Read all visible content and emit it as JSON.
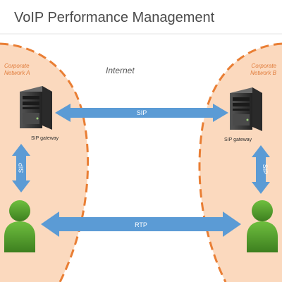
{
  "title": "VoIP Performance Management",
  "internet_label": "Internet",
  "networks": [
    {
      "line1": "Corporate",
      "line2": "Network A"
    },
    {
      "line1": "Corporate",
      "line2": "Network B"
    }
  ],
  "gateways": [
    {
      "label": "SIP gateway"
    },
    {
      "label": "SIP gateway"
    }
  ],
  "connections": {
    "sip_between_gateways": "SIP",
    "sip_left_vertical": "SIP",
    "sip_right_vertical": "SIP",
    "rtp_between_users": "RTP"
  },
  "colors": {
    "network_fill": "#fbd9be",
    "network_border": "#e97e34",
    "arrow": "#5b9bd5",
    "user": "#4f9a2c",
    "server": "#3a3a3a",
    "title_divider": "#e5e5e5"
  }
}
